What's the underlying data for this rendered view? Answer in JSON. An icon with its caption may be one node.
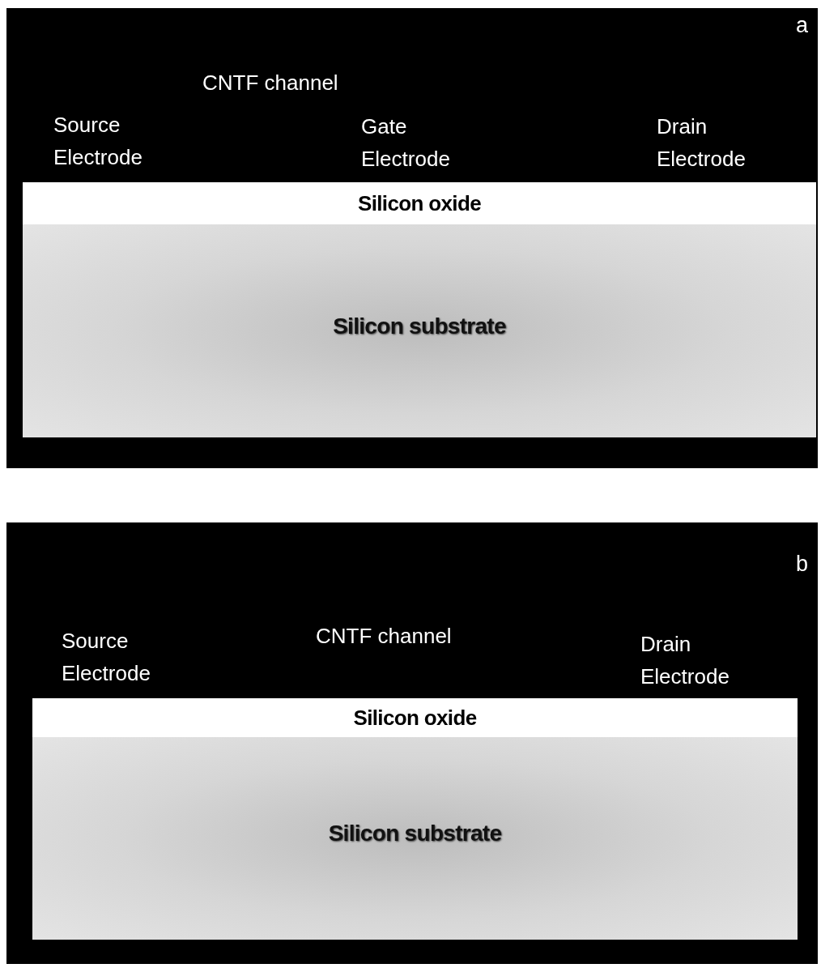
{
  "diagram": {
    "nodes": [
      {
        "text": [
          "a"
        ]
      },
      {
        "text": [
          "Silicon oxide"
        ],
        "in": 0
      },
      {
        "text": [
          "Silicon substrate"
        ],
        "in": 0
      },
      {
        "text": [
          "b"
        ]
      },
      {
        "text": [
          "Silicon oxide"
        ],
        "in": 3
      },
      {
        "text": [
          "Silicon substrate"
        ],
        "in": 3
      }
    ],
    "labels": [
      "CNTF channel",
      "Source Electrode",
      "Gate Electrode",
      "Drain Electrode",
      "Source Electrode",
      "CNTF channel",
      "Drain Electrode"
    ]
  }
}
